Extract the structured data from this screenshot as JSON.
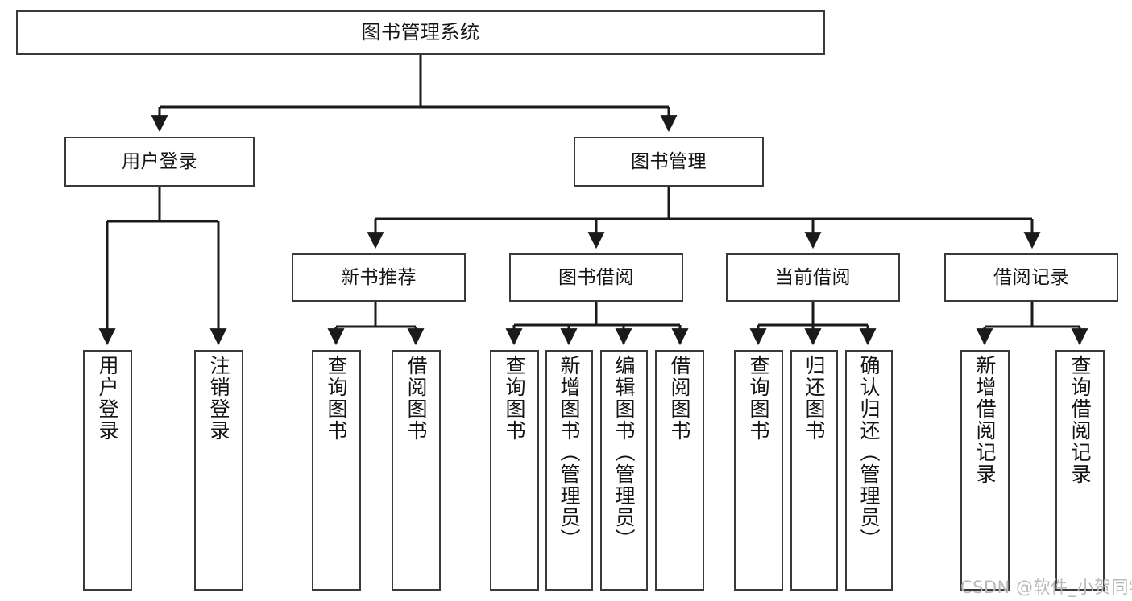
{
  "diagram": {
    "type": "tree-hierarchy",
    "title": "图书管理系统",
    "watermark": "CSDN @软件_小贺同学",
    "colors": {
      "box_border": "#3a3a3c",
      "box_fill": "#ffffff",
      "edge": "#1a1a1a",
      "text": "#141414",
      "watermark": "#b9b9b9",
      "background": "#ffffff"
    },
    "nodes": {
      "root": {
        "id": "root",
        "label": "图书管理系统",
        "level": 1
      },
      "l2": [
        {
          "id": "user-login",
          "label": "用户登录",
          "level": 2
        },
        {
          "id": "book-management",
          "label": "图书管理",
          "level": 2
        }
      ],
      "l3": [
        {
          "id": "new-book-recommend",
          "label": "新书推荐",
          "level": 3,
          "parent": "book-management"
        },
        {
          "id": "book-borrow",
          "label": "图书借阅",
          "level": 3,
          "parent": "book-management"
        },
        {
          "id": "current-borrow",
          "label": "当前借阅",
          "level": 3,
          "parent": "book-management"
        },
        {
          "id": "borrow-record",
          "label": "借阅记录",
          "level": 3,
          "parent": "book-management"
        }
      ],
      "leaves": [
        {
          "id": "leaf-user-login",
          "label": "用户登录",
          "parent": "user-login"
        },
        {
          "id": "leaf-logout-login",
          "label": "注销登录",
          "parent": "user-login"
        },
        {
          "id": "leaf-query-book-1",
          "label": "查询图书",
          "parent": "new-book-recommend"
        },
        {
          "id": "leaf-borrow-book-1",
          "label": "借阅图书",
          "parent": "new-book-recommend"
        },
        {
          "id": "leaf-query-book-2",
          "label": "查询图书",
          "parent": "book-borrow"
        },
        {
          "id": "leaf-add-book",
          "label": "新增图书（管理员）",
          "parent": "book-borrow"
        },
        {
          "id": "leaf-edit-book",
          "label": "编辑图书（管理员）",
          "parent": "book-borrow"
        },
        {
          "id": "leaf-borrow-book-2",
          "label": "借阅图书",
          "parent": "book-borrow"
        },
        {
          "id": "leaf-query-book-3",
          "label": "查询图书",
          "parent": "current-borrow"
        },
        {
          "id": "leaf-return-book",
          "label": "归还图书",
          "parent": "current-borrow"
        },
        {
          "id": "leaf-confirm-return",
          "label": "确认归还（管理员）",
          "parent": "current-borrow"
        },
        {
          "id": "leaf-add-record",
          "label": "新增借阅记录",
          "parent": "borrow-record"
        },
        {
          "id": "leaf-query-record",
          "label": "查询借阅记录",
          "parent": "borrow-record"
        }
      ]
    }
  }
}
